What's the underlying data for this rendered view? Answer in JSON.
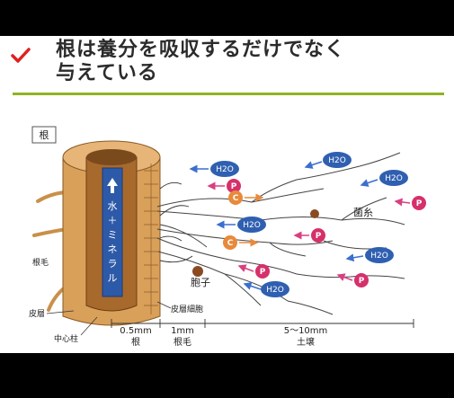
{
  "slide": {
    "title_line1": "根は養分を吸収するだけでなく",
    "title_line2": "与えている",
    "accent_color": "#8fb321",
    "check_color": "#e02020"
  },
  "diagram": {
    "panel_label": "根",
    "inner_text": [
      "水",
      "＋",
      "ミ",
      "ネ",
      "ラ",
      "ル"
    ],
    "up_arrow_icon": "up-arrow-icon",
    "labels": {
      "root_hair": "根毛",
      "cortex": "皮層",
      "central_cylinder": "中心柱",
      "cortex_cell": "皮層細胞",
      "hypha": "菌糸",
      "spore": "胞子"
    },
    "scale": [
      {
        "dist": "0.5mm",
        "name": "根"
      },
      {
        "dist": "1mm",
        "name": "根毛"
      },
      {
        "dist": "5～10mm",
        "name": "土壌"
      }
    ],
    "molecules": {
      "water": "H2O",
      "water_main": "H",
      "water_sub": "2",
      "water_tail": "O",
      "phosphorus": "P",
      "carbon": "C"
    },
    "colors": {
      "root_outer": "#d9a05a",
      "root_inner": "#a8692c",
      "stele": "#7a4a1c",
      "xylem_blue": "#2d5aa8",
      "water_blue": "#2f5fb0",
      "p_pink": "#d6306a",
      "c_orange": "#e88a3a",
      "arrow_blue": "#3b6fcf",
      "arrow_pink": "#d84080",
      "hypha": "#444"
    }
  }
}
